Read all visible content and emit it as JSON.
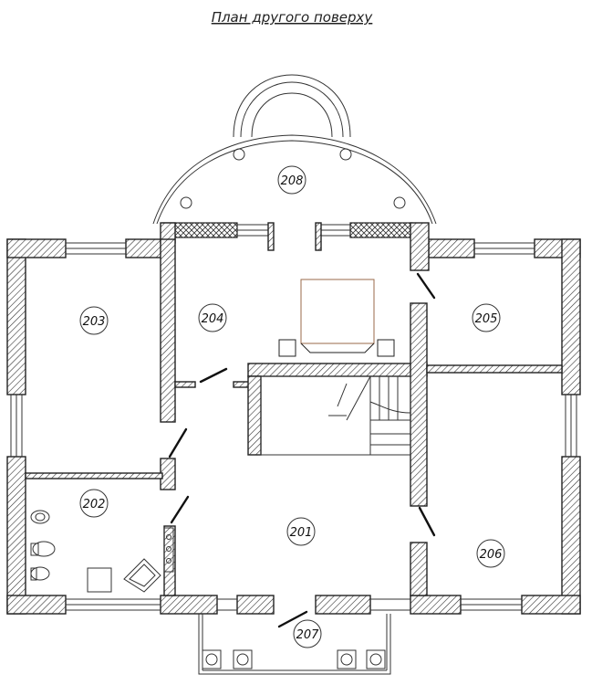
{
  "title": "План другого поверху",
  "rooms": [
    {
      "id": "208",
      "label": "208"
    },
    {
      "id": "203",
      "label": "203"
    },
    {
      "id": "204",
      "label": "204"
    },
    {
      "id": "205",
      "label": "205"
    },
    {
      "id": "202",
      "label": "202"
    },
    {
      "id": "201",
      "label": "201"
    },
    {
      "id": "206",
      "label": "206"
    },
    {
      "id": "207",
      "label": "207"
    }
  ]
}
